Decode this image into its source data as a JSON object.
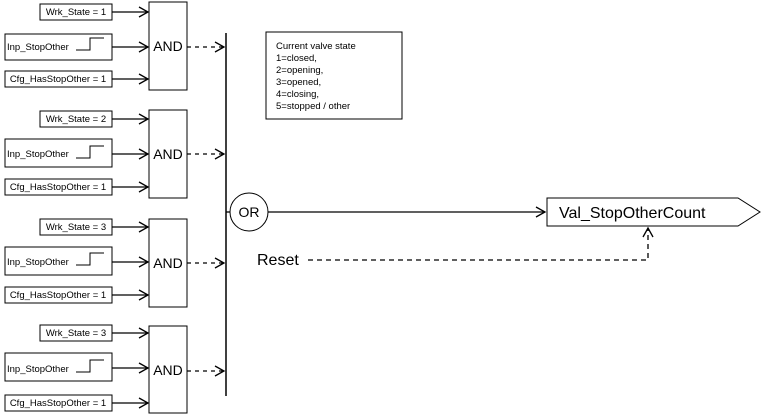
{
  "groups": [
    {
      "state_label": "Wrk_State = 1",
      "input_label": "Inp_StopOther",
      "config_label": "Cfg_HasStopOther = 1",
      "gate_label": "AND"
    },
    {
      "state_label": "Wrk_State = 2",
      "input_label": "Inp_StopOther",
      "config_label": "Cfg_HasStopOther = 1",
      "gate_label": "AND"
    },
    {
      "state_label": "Wrk_State = 3",
      "input_label": "Inp_StopOther",
      "config_label": "Cfg_HasStopOther = 1",
      "gate_label": "AND"
    },
    {
      "state_label": "Wrk_State = 3",
      "input_label": "Inp_StopOther",
      "config_label": "Cfg_HasStopOther = 1",
      "gate_label": "AND"
    }
  ],
  "or_gate": {
    "label": "OR"
  },
  "output": {
    "label": "Val_StopOtherCount"
  },
  "reset": {
    "label": "Reset"
  },
  "legend": {
    "lines": [
      "Current valve state",
      "1=closed,",
      "2=opening,",
      "3=opened,",
      "4=closing,",
      "5=stopped / other"
    ]
  }
}
